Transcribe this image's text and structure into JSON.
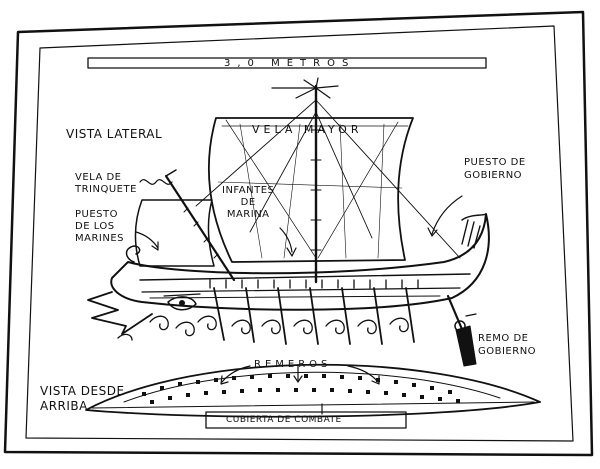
{
  "scale_bar": {
    "label": "3,0 metros"
  },
  "titles": {
    "side_view": "Vista lateral",
    "top_view_line1": "Vista desde",
    "top_view_line2": "arriba"
  },
  "labels": {
    "vela_mayor": "Vela Mayor",
    "vela_trinquete_1": "Vela de",
    "vela_trinquete_2": "trinquete",
    "puesto_marines_1": "Puesto",
    "puesto_marines_2": "de los",
    "puesto_marines_3": "marines",
    "infantes_1": "Infantes",
    "infantes_2": "de",
    "infantes_3": "marina",
    "puesto_gobierno_1": "Puesto de",
    "puesto_gobierno_2": "gobierno",
    "remo_gobierno_1": "Remo de",
    "remo_gobierno_2": "gobierno",
    "remeros": "Remeros",
    "cubierta": "Cubierta de combate"
  },
  "colors": {
    "ink": "#111111",
    "paper": "#ffffff"
  }
}
